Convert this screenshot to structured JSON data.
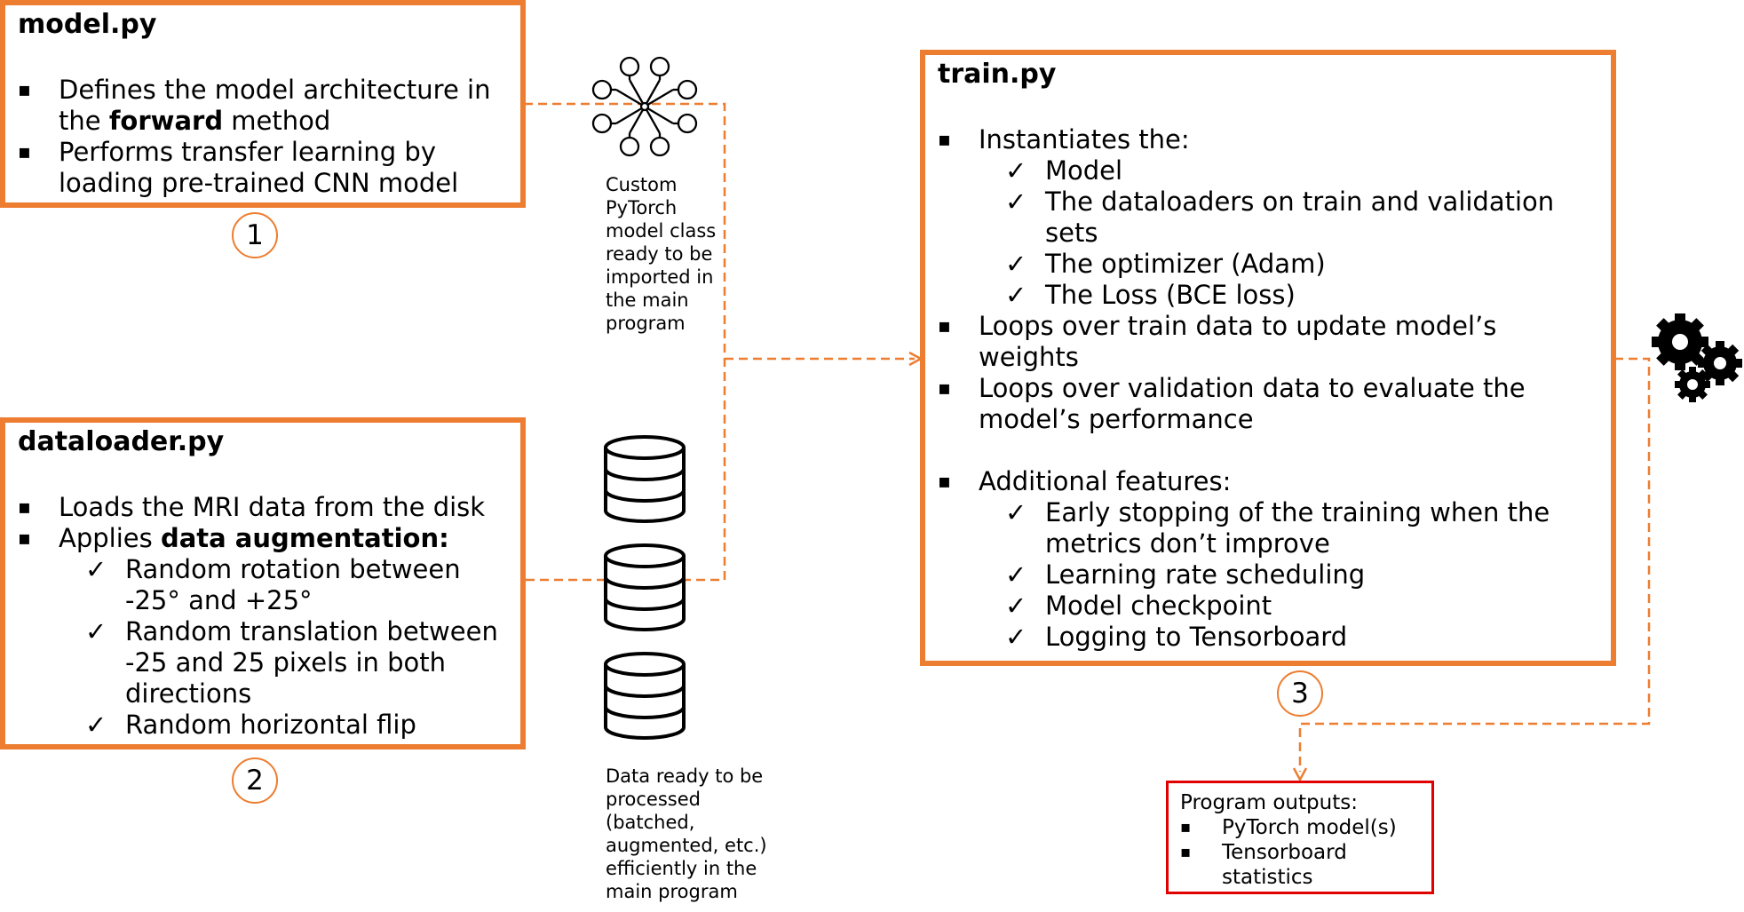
{
  "model_box": {
    "title": "model.py",
    "bullets": [
      {
        "text": "Defines the model architecture in the "
      },
      {
        "text": "Performs transfer learning by loading pre-trained  CNN model"
      }
    ],
    "bullet1_bold": "forward",
    "bullet1_tail": " method",
    "step": "1"
  },
  "model_caption": "Custom\nPyTorch\nmodel class\nready to be\nimported in\nthe main\nprogram",
  "dataloader_box": {
    "title": "dataloader.py",
    "bullet1": "Loads the MRI data from the disk",
    "bullet2_prefix": "Applies ",
    "bullet2_bold": "data augmentation:",
    "checks": [
      "Random rotation between -25° and +25°",
      "Random translation between -25 and 25 pixels in both directions",
      "Random horizontal flip"
    ],
    "step": "2"
  },
  "data_caption": "Data ready to be\nprocessed\n(batched,\naugmented, etc.)\nefficiently in the\nmain program",
  "train_box": {
    "title": "train.py",
    "instantiates": "Instantiates the:",
    "instantiate_items": [
      "Model",
      "The dataloaders on train and validation sets",
      "The optimizer (Adam)",
      "The Loss (BCE loss)"
    ],
    "loop_train": "Loops over train data to update model’s weights",
    "loop_val": "Loops over validation data to evaluate the model’s performance",
    "additional": "Additional features:",
    "feature_items": [
      "Early stopping of the training when the metrics don’t improve",
      "Learning rate scheduling",
      "Model checkpoint",
      "Logging to Tensorboard"
    ],
    "step": "3"
  },
  "outputs_box": {
    "title": "Program outputs:",
    "items": [
      "PyTorch model(s)",
      "Tensorboard statistics"
    ]
  },
  "markers": {
    "bullet": "▪",
    "check": "✓"
  },
  "icons": {
    "network": "neural-network-icon",
    "database": "database-icon",
    "gears": "gears-icon"
  },
  "colors": {
    "accent": "#ed7d31",
    "output_border": "#e00000"
  }
}
